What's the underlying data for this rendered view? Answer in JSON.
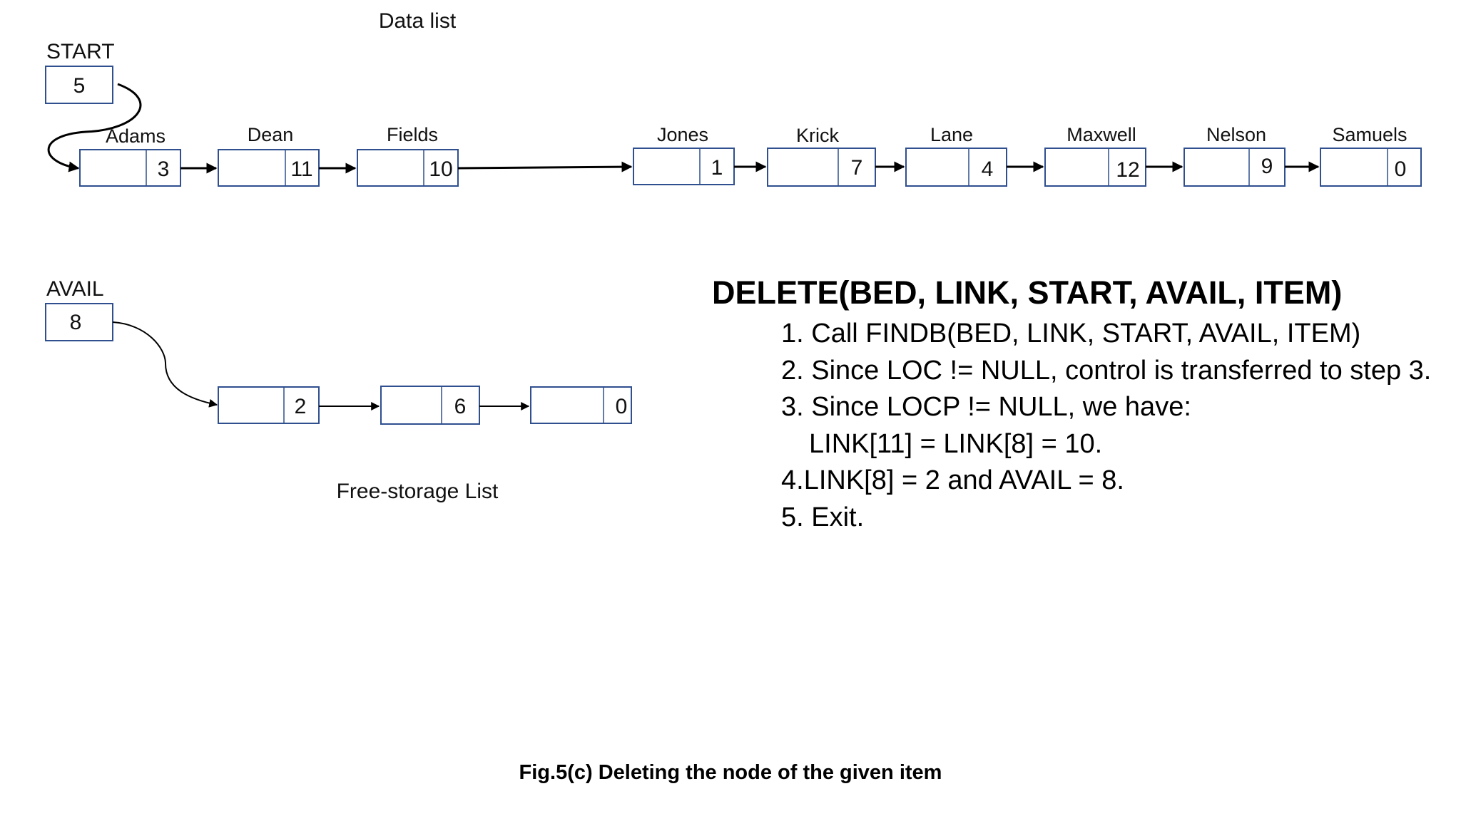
{
  "data_list": {
    "title": "Data list",
    "start_label": "START",
    "start_value": "5",
    "nodes": [
      {
        "name": "Adams",
        "link": "3"
      },
      {
        "name": "Dean",
        "link": "11"
      },
      {
        "name": "Fields",
        "link": "10"
      },
      {
        "name": "Jones",
        "link": "1"
      },
      {
        "name": "Krick",
        "link": "7"
      },
      {
        "name": "Lane",
        "link": "4"
      },
      {
        "name": "Maxwell",
        "link": "12"
      },
      {
        "name": "Nelson",
        "link": "9"
      },
      {
        "name": "Samuels",
        "link": "0"
      }
    ]
  },
  "free_list": {
    "title": "Free-storage List",
    "avail_label": "AVAIL",
    "avail_value": "8",
    "nodes": [
      {
        "link": "2"
      },
      {
        "link": "6"
      },
      {
        "link": "0"
      }
    ]
  },
  "algorithm": {
    "title": "DELETE(BED, LINK, START, AVAIL, ITEM)",
    "steps": [
      "1. Call FINDB(BED, LINK, START, AVAIL, ITEM)",
      "2. Since LOC != NULL, control is transferred to step 3.",
      "3. Since LOCP != NULL, we have:",
      "LINK[11] = LINK[8] = 10.",
      "4.LINK[8] = 2 and AVAIL = 8.",
      "5. Exit."
    ]
  },
  "caption": "Fig.5(c) Deleting the node of the given item"
}
